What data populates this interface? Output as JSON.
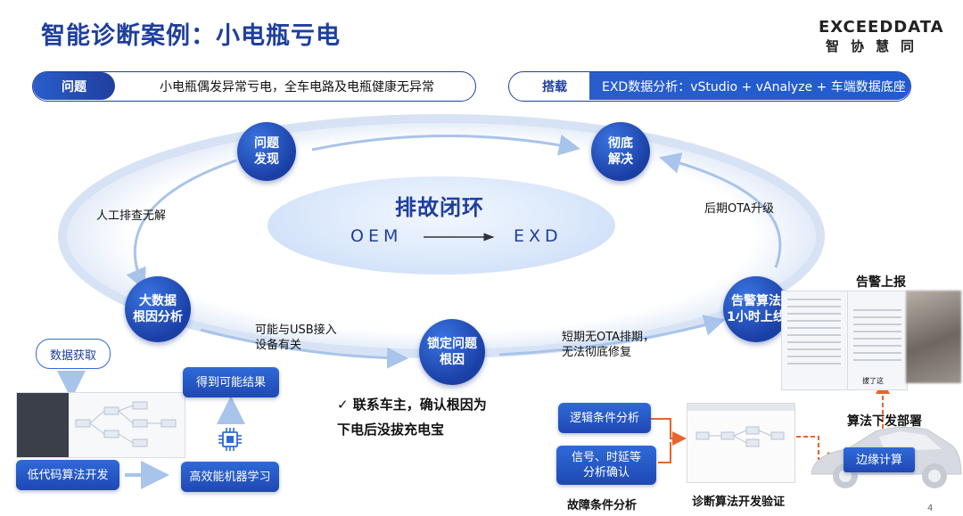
{
  "header": {
    "title": "智能诊断案例：小电瓶亏电",
    "logo_en": "EXCEEDDATA",
    "logo_cn": "智协慧同"
  },
  "problem_bar": {
    "tag": "问题",
    "text": "小电瓶偶发异常亏电，全车电路及电瓶健康无异常"
  },
  "carry_bar": {
    "tag": "搭载",
    "text": "EXD数据分析：vStudio + vAnalyze + 车端数据底座"
  },
  "cycle": {
    "center_title": "排故闭环",
    "center_from": "OEM",
    "center_to": "EXD",
    "nodes": {
      "discover": "问题\n发现",
      "solve": "彻底\n解决",
      "bigdata": "大数据\n根因分析",
      "lock": "锁定问题\n根因",
      "alarm": "告警算法\n1小时上线"
    },
    "edge_labels": {
      "manual": "人工排查无解",
      "ota": "后期OTA升级",
      "usb": "可能与USB接入\n设备有关",
      "short_ota": "短期无OTA排期，\n无法彻底修复"
    }
  },
  "left_flow": {
    "data_fetch": "数据获取",
    "lowcode": "低代码算法开发",
    "ml": "高效能机器学习",
    "result": "得到可能结果"
  },
  "confirm_text": "✓ 联系车主，确认根因为\n下电后没拔充电宝",
  "right_flow": {
    "logic": "逻辑条件分析",
    "signal": "信号、时延等\n分析确认",
    "fault": "故障条件分析",
    "verify": "诊断算法开发验证",
    "edge": "边缘计算",
    "deploy": "算法下发部署",
    "alarm_report": "告警上报",
    "chat_caption": "拔了这"
  },
  "page_number": "4",
  "colors": {
    "brand_blue": "#1f3f9e",
    "accent_blue": "#2f6ad8",
    "arrow_orange": "#e8642c"
  }
}
